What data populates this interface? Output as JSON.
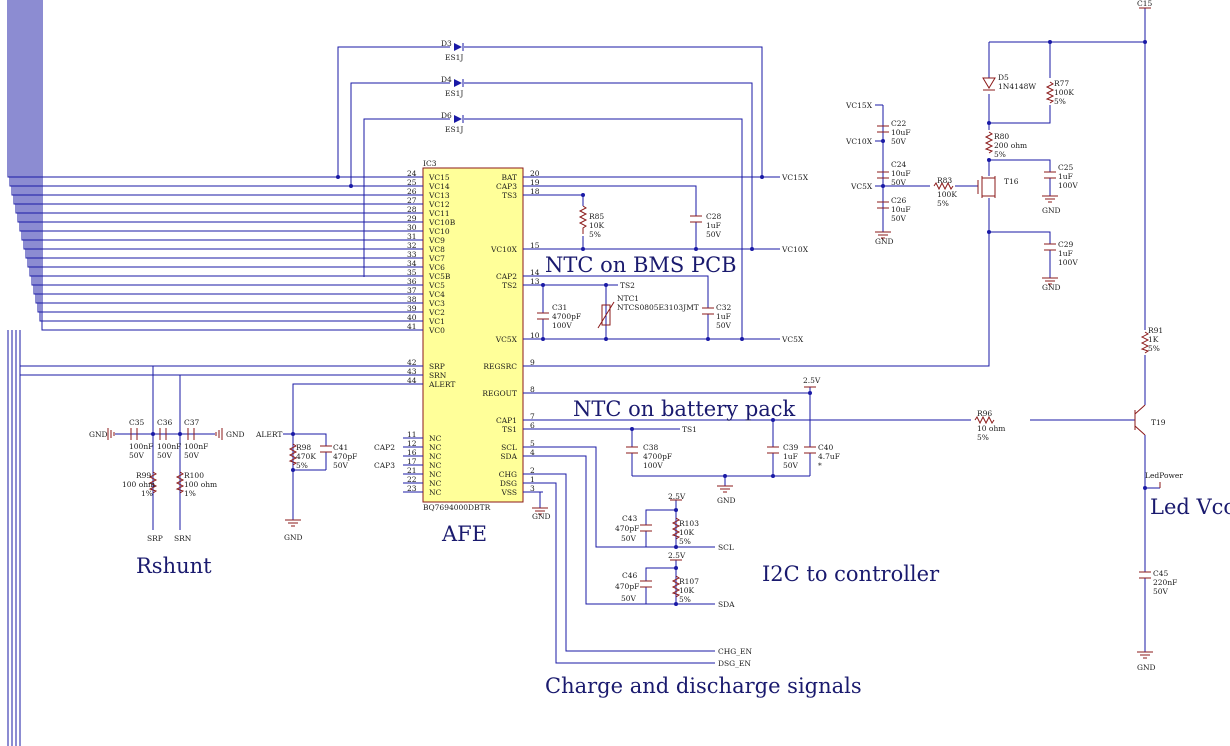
{
  "chip": {
    "ref": "IC3",
    "part": "BQ7694000DBTR",
    "left_pins": [
      {
        "num": "24",
        "name": "VC15"
      },
      {
        "num": "25",
        "name": "VC14"
      },
      {
        "num": "26",
        "name": "VC13"
      },
      {
        "num": "27",
        "name": "VC12"
      },
      {
        "num": "28",
        "name": "VC11"
      },
      {
        "num": "29",
        "name": "VC10B"
      },
      {
        "num": "30",
        "name": "VC10"
      },
      {
        "num": "31",
        "name": "VC9"
      },
      {
        "num": "32",
        "name": "VC8"
      },
      {
        "num": "33",
        "name": "VC7"
      },
      {
        "num": "34",
        "name": "VC6"
      },
      {
        "num": "35",
        "name": "VC5B"
      },
      {
        "num": "36",
        "name": "VC5"
      },
      {
        "num": "37",
        "name": "VC4"
      },
      {
        "num": "38",
        "name": "VC3"
      },
      {
        "num": "39",
        "name": "VC2"
      },
      {
        "num": "40",
        "name": "VC1"
      },
      {
        "num": "41",
        "name": "VC0"
      },
      {
        "num": "42",
        "name": "SRP"
      },
      {
        "num": "43",
        "name": "SRN"
      },
      {
        "num": "44",
        "name": "ALERT"
      },
      {
        "num": "11",
        "name": "NC"
      },
      {
        "num": "12",
        "name": "NC"
      },
      {
        "num": "16",
        "name": "NC"
      },
      {
        "num": "17",
        "name": "NC"
      },
      {
        "num": "21",
        "name": "NC"
      },
      {
        "num": "22",
        "name": "NC"
      },
      {
        "num": "23",
        "name": "NC"
      }
    ],
    "right_pins": [
      {
        "num": "20",
        "name": "BAT"
      },
      {
        "num": "19",
        "name": "CAP3"
      },
      {
        "num": "18",
        "name": "TS3"
      },
      {
        "num": "15",
        "name": "VC10X"
      },
      {
        "num": "14",
        "name": "CAP2"
      },
      {
        "num": "13",
        "name": "TS2"
      },
      {
        "num": "10",
        "name": "VC5X"
      },
      {
        "num": "9",
        "name": "REGSRC"
      },
      {
        "num": "8",
        "name": "REGOUT"
      },
      {
        "num": "7",
        "name": "CAP1"
      },
      {
        "num": "6",
        "name": "TS1"
      },
      {
        "num": "5",
        "name": "SCL"
      },
      {
        "num": "4",
        "name": "SDA"
      },
      {
        "num": "2",
        "name": "CHG"
      },
      {
        "num": "1",
        "name": "DSG"
      },
      {
        "num": "3",
        "name": "VSS"
      }
    ]
  },
  "annotations": {
    "ntc_bms": "NTC on BMS PCB",
    "ntc_pack": "NTC on battery pack",
    "afe": "AFE",
    "rshunt": "Rshunt",
    "i2c": "I2C to controller",
    "chg_dsg": "Charge and discharge signals",
    "led_vcc": "Led Vcc"
  },
  "diodes": [
    {
      "ref": "D3",
      "part": "ES1J"
    },
    {
      "ref": "D4",
      "part": "ES1J"
    },
    {
      "ref": "D6",
      "part": "ES1J"
    },
    {
      "ref": "D5",
      "part": "1N4148W"
    }
  ],
  "components": {
    "R85": [
      "R85",
      "10K",
      "5%"
    ],
    "C28": [
      "C28",
      "1uF",
      "50V"
    ],
    "C31": [
      "C31",
      "4700pF",
      "100V"
    ],
    "NTC1": [
      "NTC1",
      "NTCS0805E3103JMT"
    ],
    "C32": [
      "C32",
      "1uF",
      "50V"
    ],
    "C35": [
      "C35",
      "100nF",
      "50V"
    ],
    "C36": [
      "C36",
      "100nF",
      "50V"
    ],
    "C37": [
      "C37",
      "100nF",
      "50V"
    ],
    "R99": [
      "R99",
      "100 ohm",
      "1%"
    ],
    "R100": [
      "R100",
      "100 ohm",
      "1%"
    ],
    "R98": [
      "R98",
      "470K",
      "5%"
    ],
    "C41": [
      "C41",
      "470pF",
      "50V"
    ],
    "C38": [
      "C38",
      "4700pF",
      "100V"
    ],
    "C39": [
      "C39",
      "1uF",
      "50V"
    ],
    "C40": [
      "C40",
      "4.7uF",
      "*"
    ],
    "C43": [
      "C43",
      "470pF",
      "50V"
    ],
    "R103": [
      "R103",
      "10K",
      "5%"
    ],
    "C46": [
      "C46",
      "470pF",
      "50V"
    ],
    "R107": [
      "R107",
      "10K",
      "5%"
    ],
    "C22": [
      "C22",
      "10uF",
      "50V"
    ],
    "C24": [
      "C24",
      "10uF",
      "50V"
    ],
    "C26": [
      "C26",
      "10uF",
      "50V"
    ],
    "R83": [
      "R83",
      "100K",
      "5%"
    ],
    "R77": [
      "R77",
      "100K",
      "5%"
    ],
    "R80": [
      "R80",
      "200 ohm",
      "5%"
    ],
    "C25": [
      "C25",
      "1uF",
      "100V"
    ],
    "C29": [
      "C29",
      "1uF",
      "100V"
    ],
    "R91": [
      "R91",
      "1K",
      "5%"
    ],
    "R96": [
      "R96",
      "10 ohm",
      "5%"
    ],
    "C45": [
      "C45",
      "220nF",
      "50V"
    ],
    "T16": [
      "T16"
    ],
    "T19": [
      "T19"
    ]
  },
  "nets": {
    "vc15x": "VC15X",
    "vc10x": "VC10X",
    "vc5x": "VC5X",
    "ts1": "TS1",
    "ts2": "TS2",
    "scl": "SCL",
    "sda": "SDA",
    "chg_en": "CHG_EN",
    "dsg_en": "DSG_EN",
    "gnd": "GND",
    "v25": "2.5V",
    "srp": "SRP",
    "srn": "SRN",
    "alert": "ALERT",
    "cap2": "CAP2",
    "cap3": "CAP3",
    "c15": "C15",
    "ledpower": "LedPower"
  }
}
